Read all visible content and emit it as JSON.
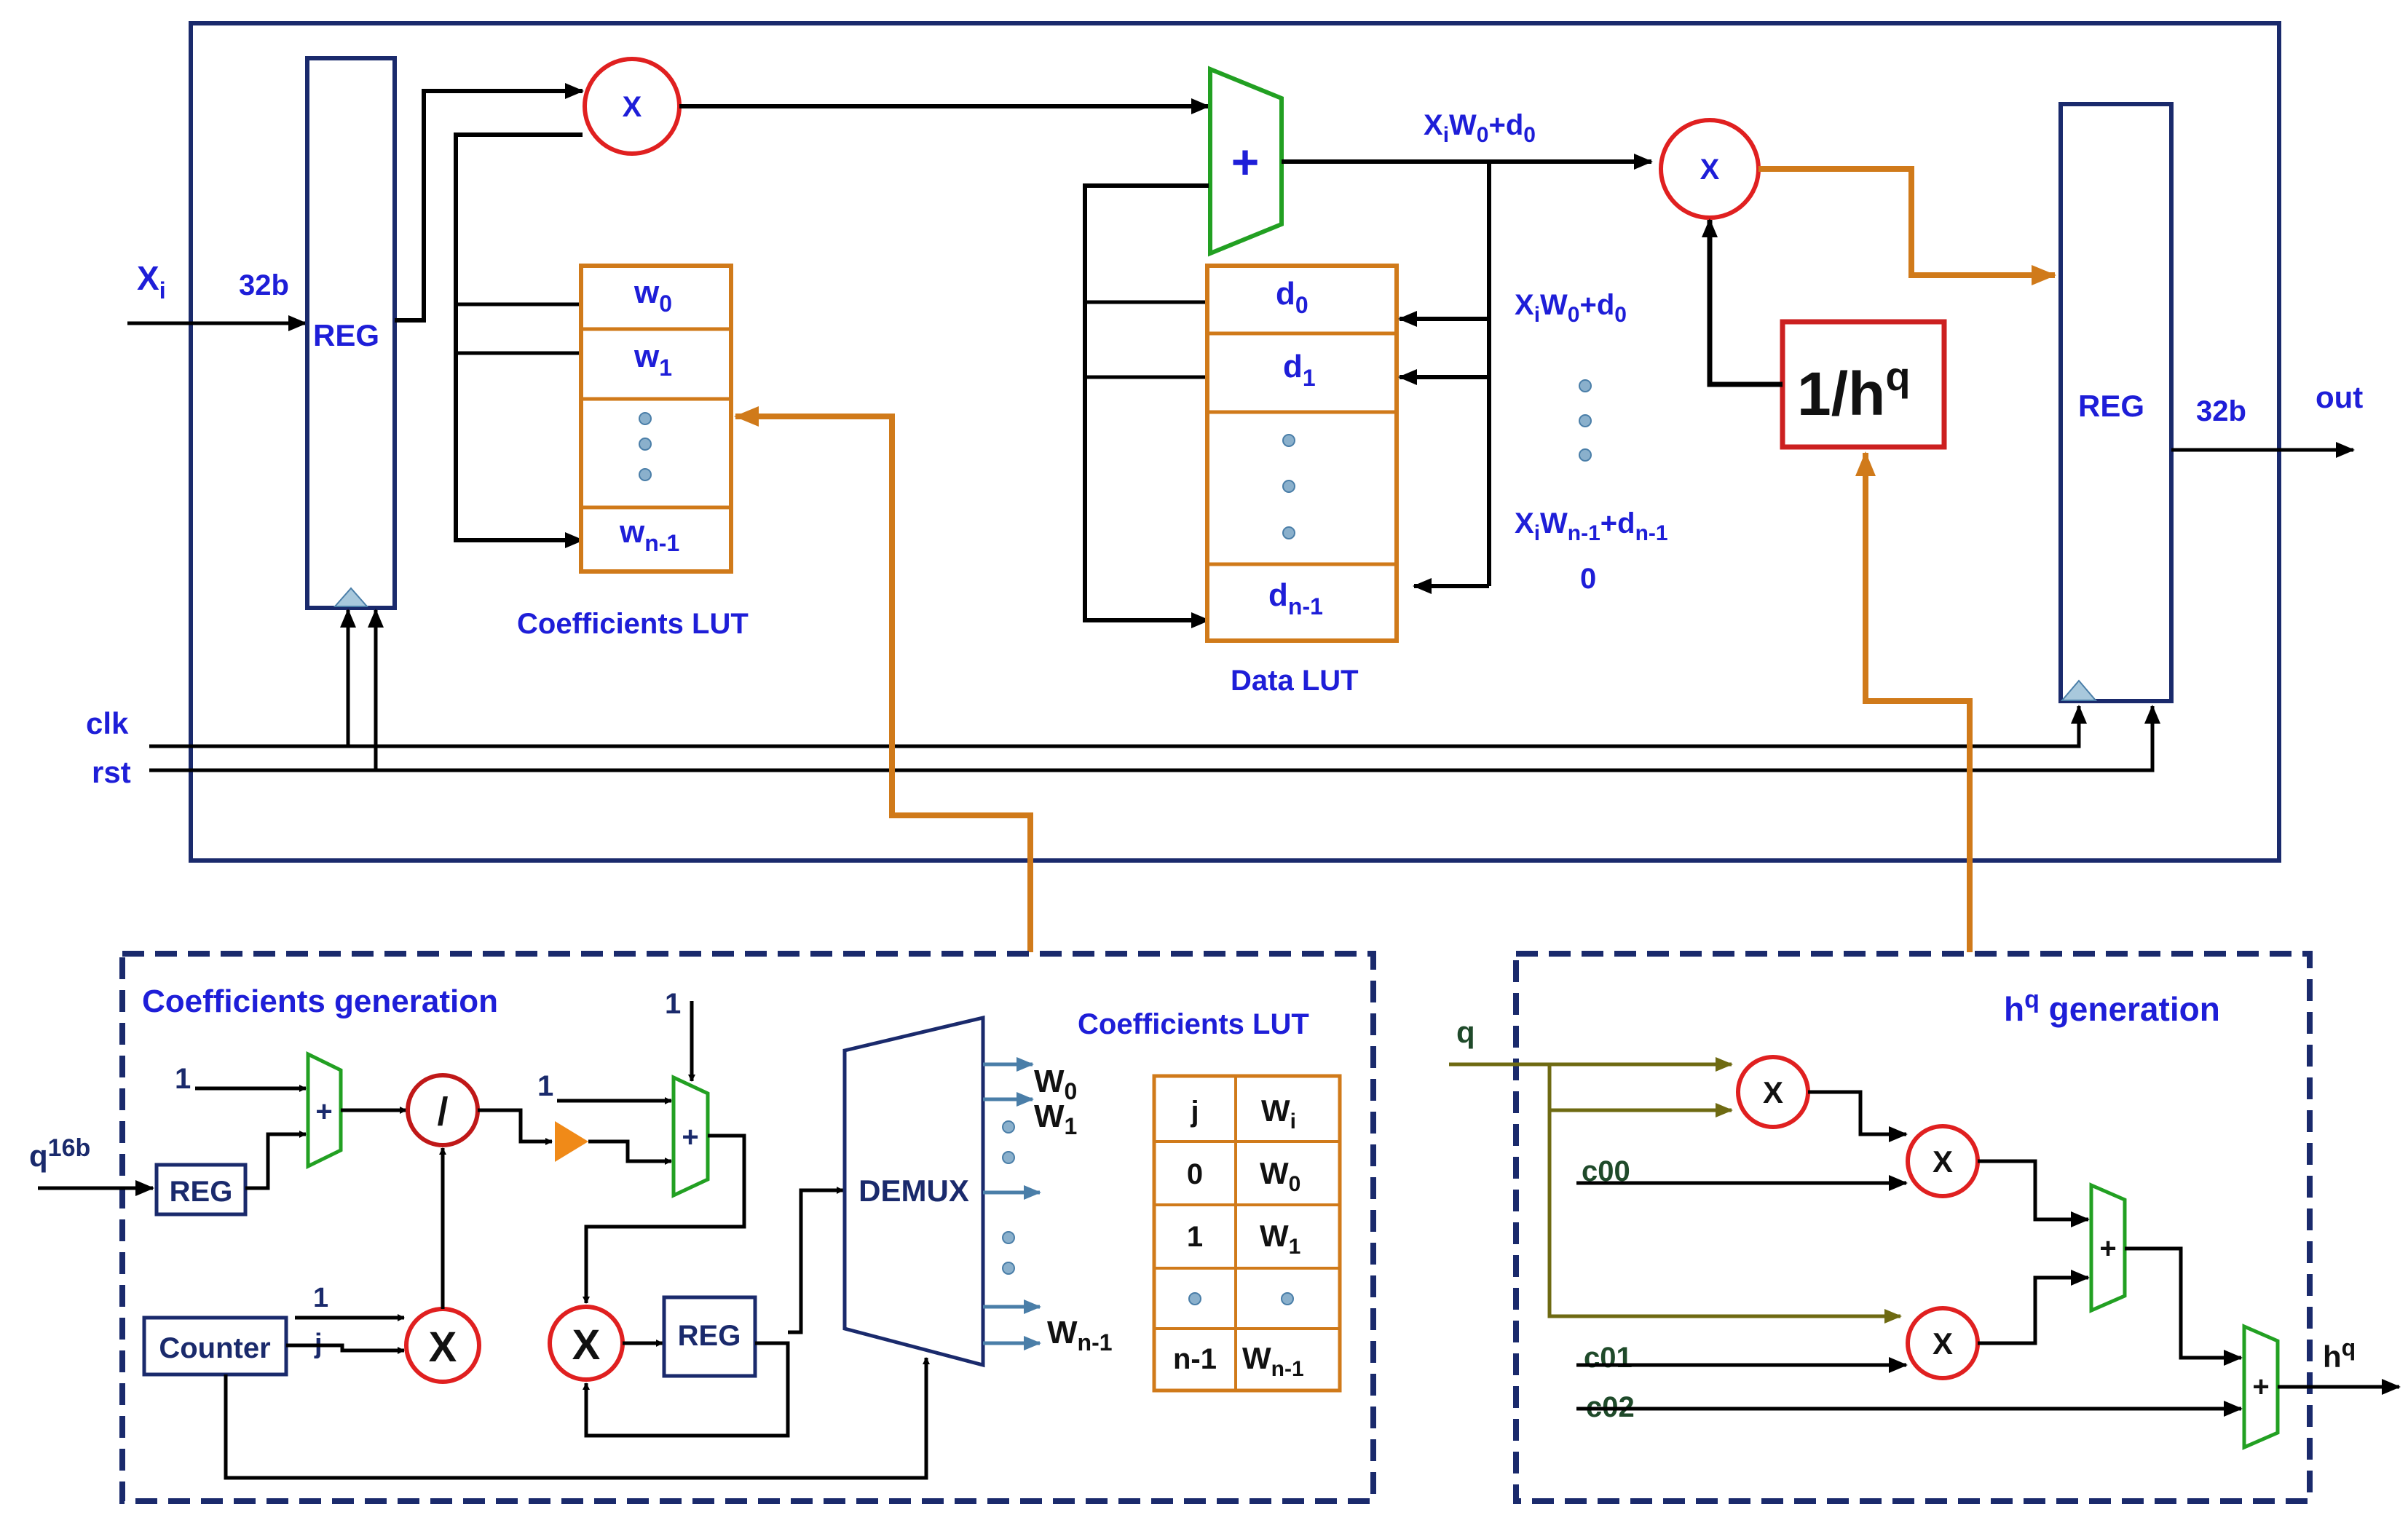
{
  "main": {
    "input_x": "X",
    "input_x_sub": "i",
    "bits_in": "32b",
    "bits_out": "32b",
    "reg_label": "REG",
    "mult_symbol": "X",
    "add_symbol": "+",
    "clk": "clk",
    "rst": "rst",
    "out": "out",
    "coeff_lut_caption": "Coefficients LUT",
    "data_lut_caption": "Data LUT",
    "coeff_lut_rows": [
      "w",
      "w",
      "w"
    ],
    "coeff_lut_subs": [
      "0",
      "1",
      "n-1"
    ],
    "data_lut_rows": [
      "d",
      "d",
      "d"
    ],
    "data_lut_subs": [
      "0",
      "1",
      "n-1"
    ],
    "sum_label": {
      "a": "X",
      "b": "i",
      "c": "W",
      "d": "0",
      "e": "+d",
      "f": "0"
    },
    "branch_label_1": {
      "a": "X",
      "b": "i",
      "c": "W",
      "d": "0",
      "e": "+d",
      "f": "0"
    },
    "branch_label_n": {
      "a": "X",
      "b": "i",
      "c": "W",
      "d": "n-1",
      "e": "+d",
      "f": "n-1"
    },
    "zero": "0",
    "inv_h": "1/h",
    "inv_h_sup": "q"
  },
  "coeff_gen": {
    "title": "Coefficients generation",
    "q_label": "q",
    "q_bits": "16b",
    "one": "1",
    "j": "j",
    "div_symbol": "/",
    "reg_label": "REG",
    "counter_label": "Counter",
    "demux_label": "DEMUX",
    "mult_symbol": "X",
    "add_symbol": "+",
    "outputs": [
      {
        "base": "W",
        "sub": "0"
      },
      {
        "base": "W",
        "sub": "1"
      },
      {
        "base": "W",
        "sub": "n-1"
      }
    ],
    "lut_title": "Coefficients LUT",
    "lut_header": {
      "col1": "j",
      "col2": "W",
      "col2_sub": "i"
    },
    "lut_rows": [
      {
        "j": "0",
        "w": "W",
        "sub": "0"
      },
      {
        "j": "1",
        "w": "W",
        "sub": "1"
      },
      {
        "j": "n-1",
        "w": "W",
        "sub": "n-1"
      }
    ]
  },
  "hq_gen": {
    "title": "h",
    "title_sup": "q",
    "title_rest": " generation",
    "q_label": "q",
    "c00": "c00",
    "c01": "c01",
    "c02": "c02",
    "mult_symbol": "X",
    "add_symbol": "+",
    "out_base": "h",
    "out_sup": "q"
  },
  "colors": {
    "blue_text": "#1e1ed8",
    "orange": "#d07a1a",
    "red_circle": "#e02020",
    "green_adder": "#22a022",
    "navy_frame": "#1a2a6c",
    "olive_line": "#6e6a12",
    "steel_arrow": "#4a7ea8"
  }
}
